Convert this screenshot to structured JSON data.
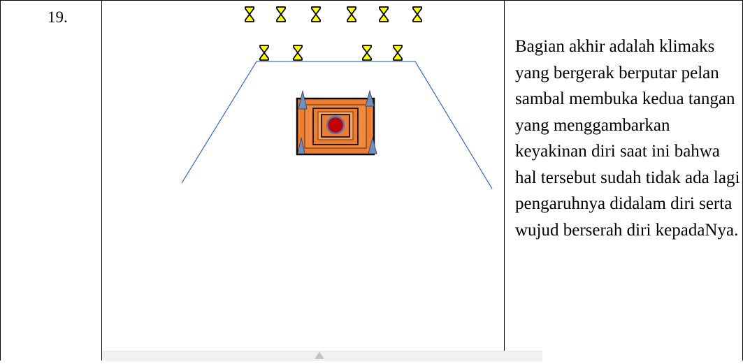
{
  "row": {
    "number": "19.",
    "description": "Bagian akhir adalah klimaks yang bergerak berputar pelan sambal membuka kedua tangan yang menggambarkan keyakinan diri saat ini bahwa hal tersebut sudah tidak ada lagi pengaruhnya didalam diri serta wujud berserah diri kepadaNya."
  },
  "diagram": {
    "dancer_marker_color": "#ffff00",
    "dancer_marker_shape": "hourglass",
    "stage_line_color": "#4472c4",
    "stage_prop_fill": "#ed7d31",
    "stage_prop_center_color": "#c00000",
    "stage_prop_corner_color": "#6f8fbf"
  }
}
